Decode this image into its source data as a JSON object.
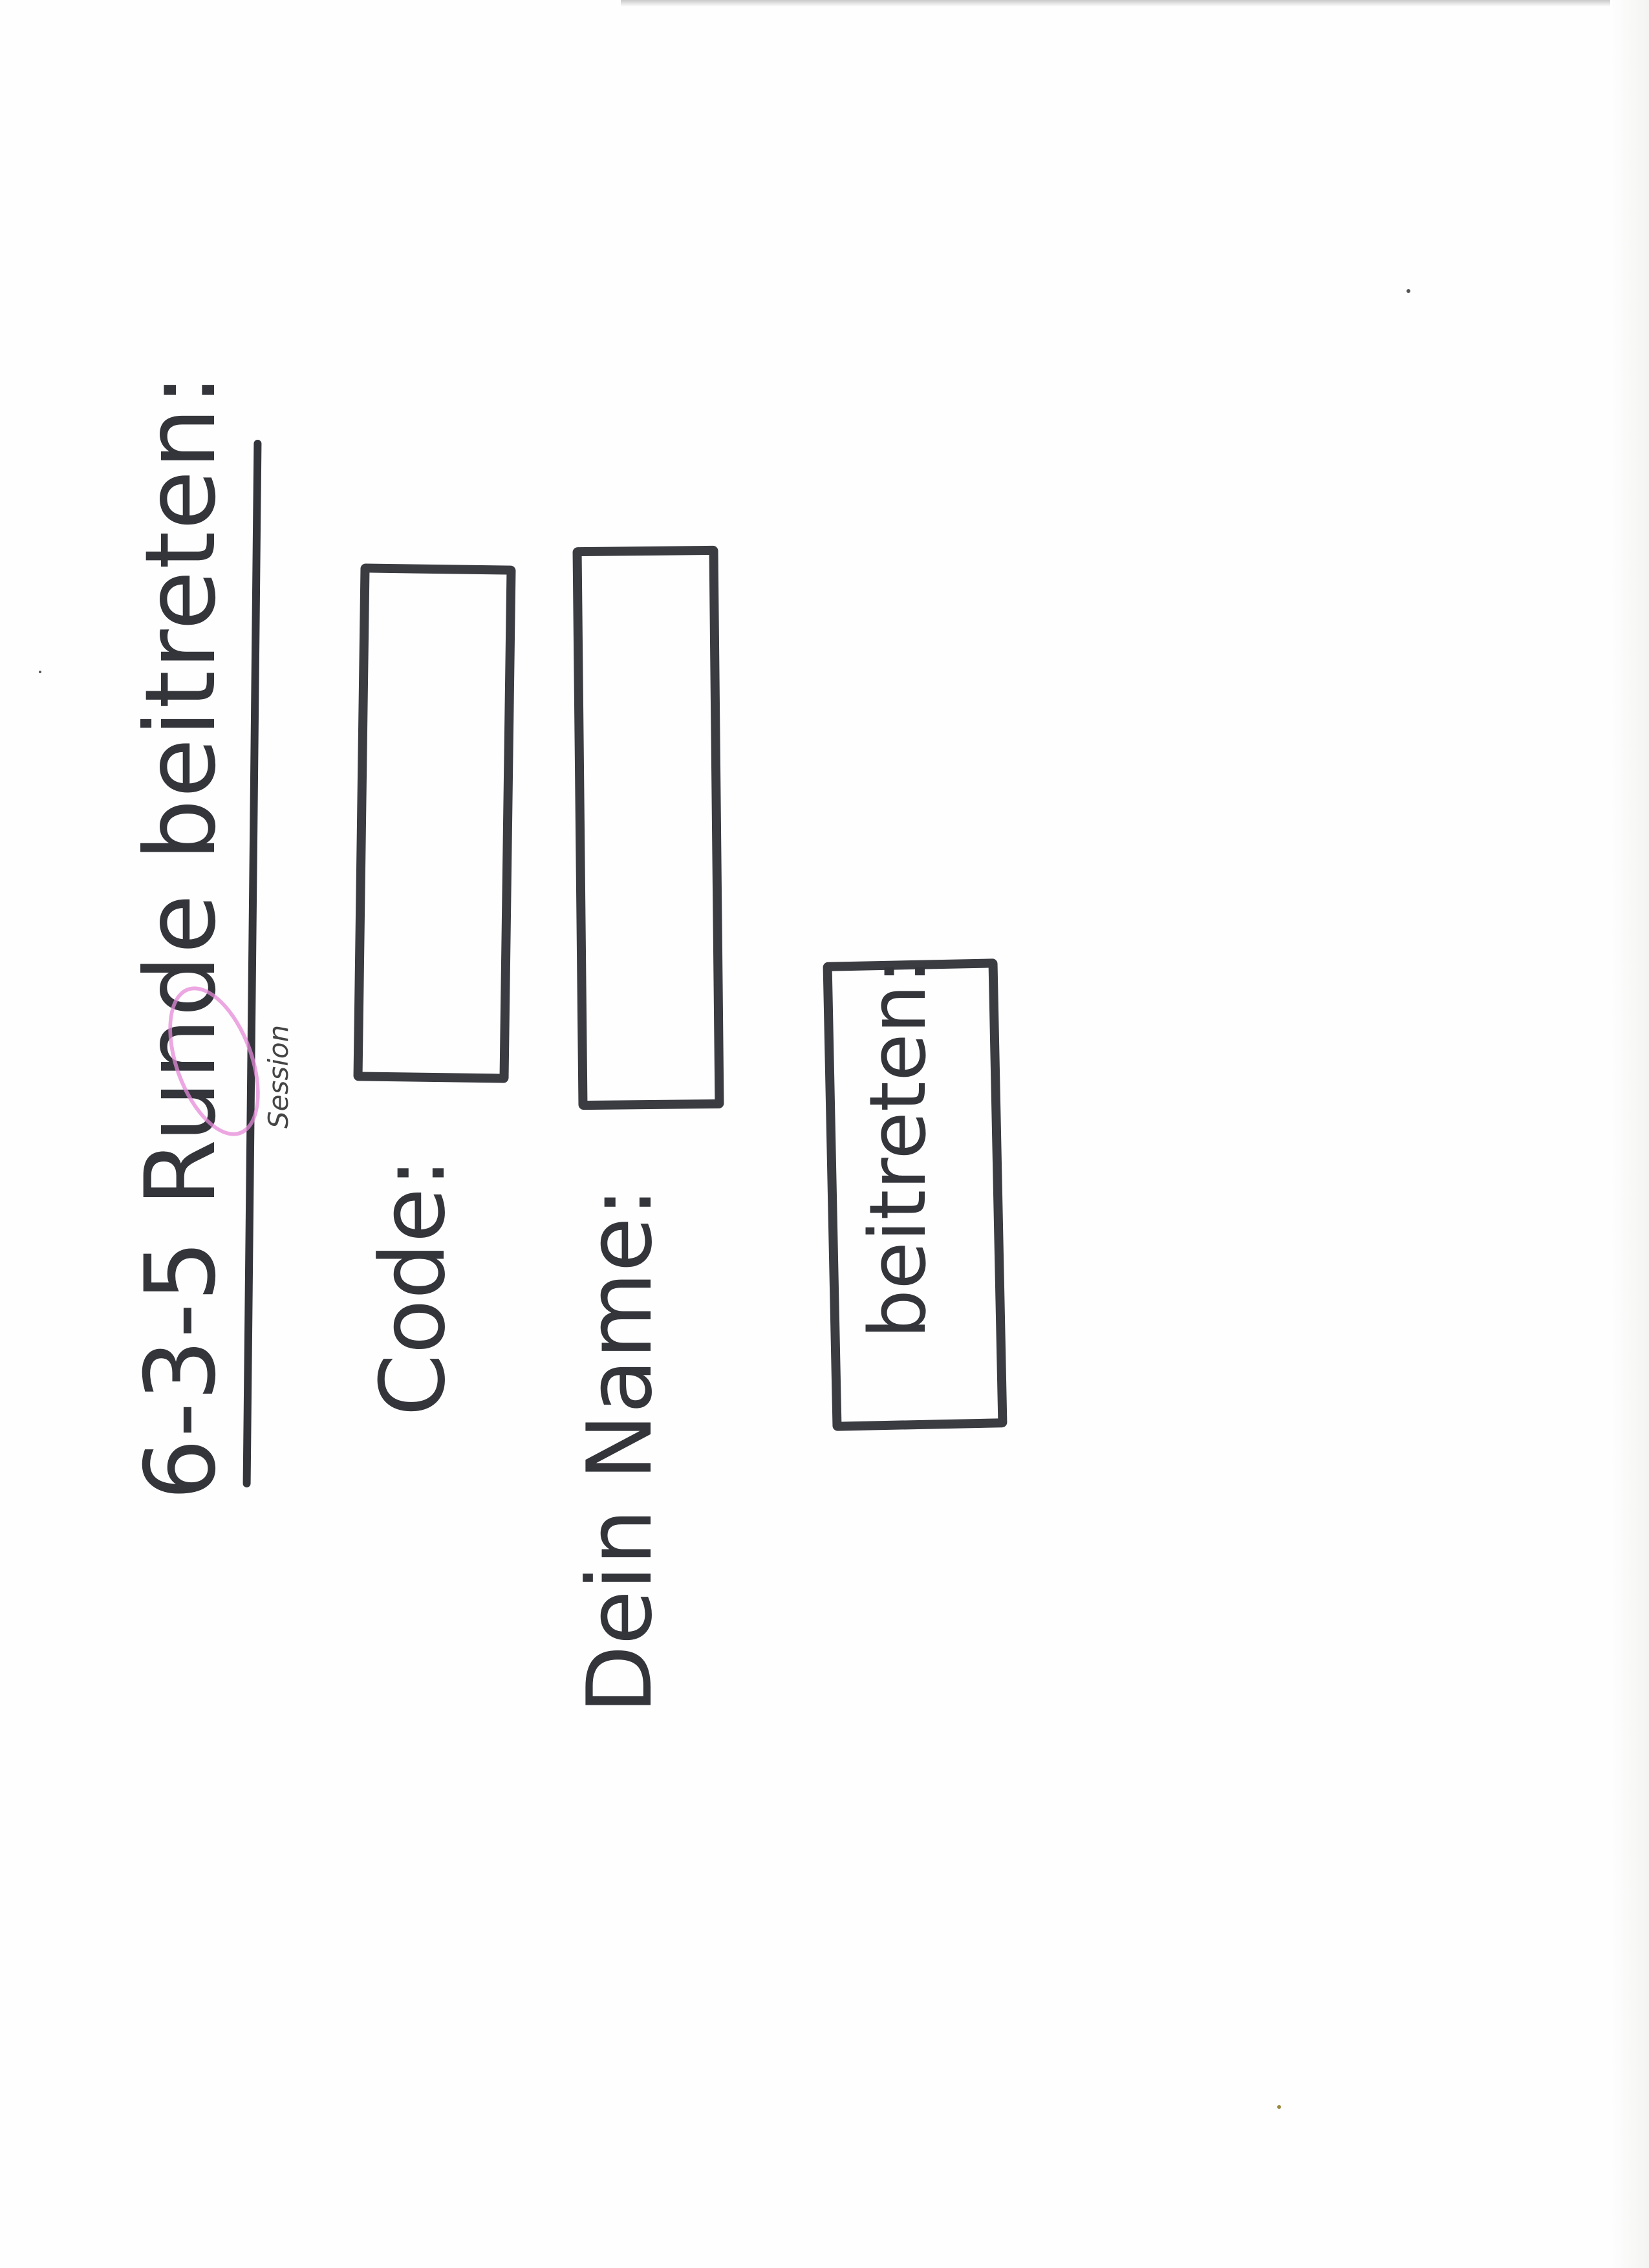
{
  "title": "6-3-5 Runde beitreten:",
  "title_correction": "Session",
  "fields": [
    {
      "label": "Code:",
      "value": ""
    },
    {
      "label": "Dein Name:",
      "value": ""
    }
  ],
  "submit_label": "beitreten:",
  "colors": {
    "ink": "#33353b",
    "highlighter": "#e58ad8",
    "paper": "#fefefe"
  }
}
